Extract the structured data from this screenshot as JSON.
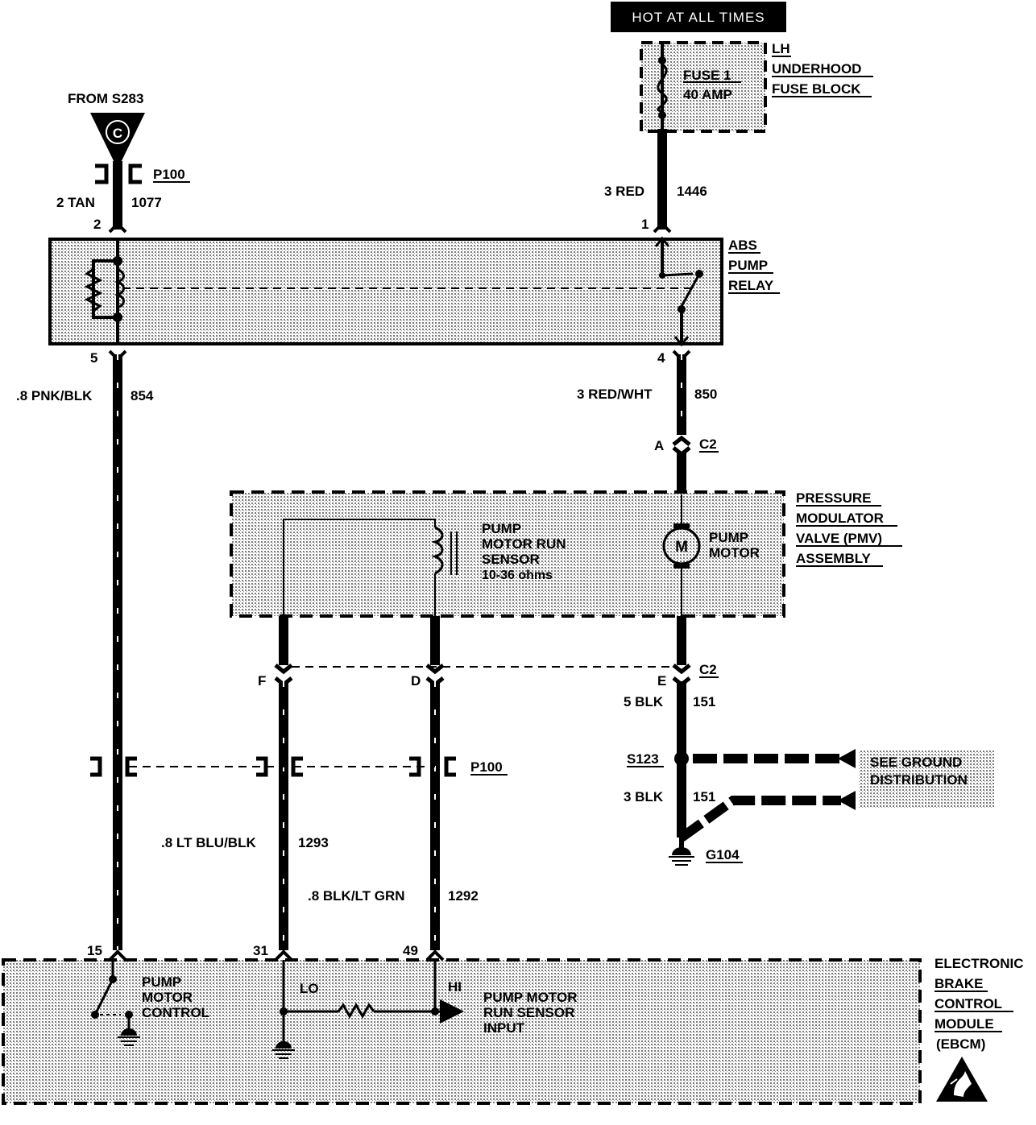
{
  "header": {
    "hot_at_all_times": "HOT AT ALL TIMES"
  },
  "fuse_block": {
    "name_lines": [
      "LH",
      "UNDERHOOD",
      "FUSE BLOCK"
    ],
    "fuse_name": "FUSE 1",
    "fuse_rating": "40 AMP"
  },
  "source": {
    "from": "FROM S283",
    "connector_letter": "C"
  },
  "connectors": {
    "p100": "P100",
    "c2": "C2"
  },
  "relay": {
    "name_lines": [
      "ABS",
      "PUMP",
      "RELAY"
    ],
    "pins": {
      "coil_in": "2",
      "power_in": "1",
      "coil_out": "5",
      "power_out": "4"
    }
  },
  "wires": {
    "tan": {
      "gauge_color": "2 TAN",
      "circuit": "1077"
    },
    "red": {
      "gauge_color": "3 RED",
      "circuit": "1446"
    },
    "pnk_blk": {
      "gauge_color": ".8 PNK/BLK",
      "circuit": "854"
    },
    "red_wht": {
      "gauge_color": "3 RED/WHT",
      "circuit": "850"
    },
    "blk5": {
      "gauge_color": "5 BLK",
      "circuit": "151"
    },
    "blk3": {
      "gauge_color": "3 BLK",
      "circuit": "151"
    },
    "lt_blu_blk": {
      "gauge_color": ".8 LT BLU/BLK",
      "circuit": "1293"
    },
    "blk_lt_grn": {
      "gauge_color": ".8 BLK/LT GRN",
      "circuit": "1292"
    }
  },
  "pmv": {
    "name_lines": [
      "PRESSURE",
      "MODULATOR",
      "VALVE (PMV)",
      "ASSEMBLY"
    ],
    "sensor_lines": [
      "PUMP",
      "MOTOR RUN",
      "SENSOR",
      "10-36 ohms"
    ],
    "motor_lines": [
      "PUMP",
      "MOTOR"
    ],
    "motor_symbol": "M",
    "c2_pins": {
      "a": "A",
      "f": "F",
      "d": "D",
      "e": "E"
    }
  },
  "ground": {
    "splice": "S123",
    "see_lines": [
      "SEE GROUND",
      "DISTRIBUTION"
    ],
    "g104": "G104"
  },
  "ebcm": {
    "name_lines": [
      "ELECTRONIC",
      "BRAKE",
      "CONTROL",
      "MODULE",
      "(EBCM)"
    ],
    "pins": {
      "p15": "15",
      "p31": "31",
      "p49": "49"
    },
    "pump_control_lines": [
      "PUMP",
      "MOTOR",
      "CONTROL"
    ],
    "lo": "LO",
    "hi": "HI",
    "input_lines": [
      "PUMP MOTOR",
      "RUN SENSOR",
      "INPUT"
    ],
    "esd_icon": "esd-warning-icon"
  },
  "colors": {
    "ink": "#000000",
    "shade": "#d6d6d6",
    "paper": "#ffffff"
  }
}
